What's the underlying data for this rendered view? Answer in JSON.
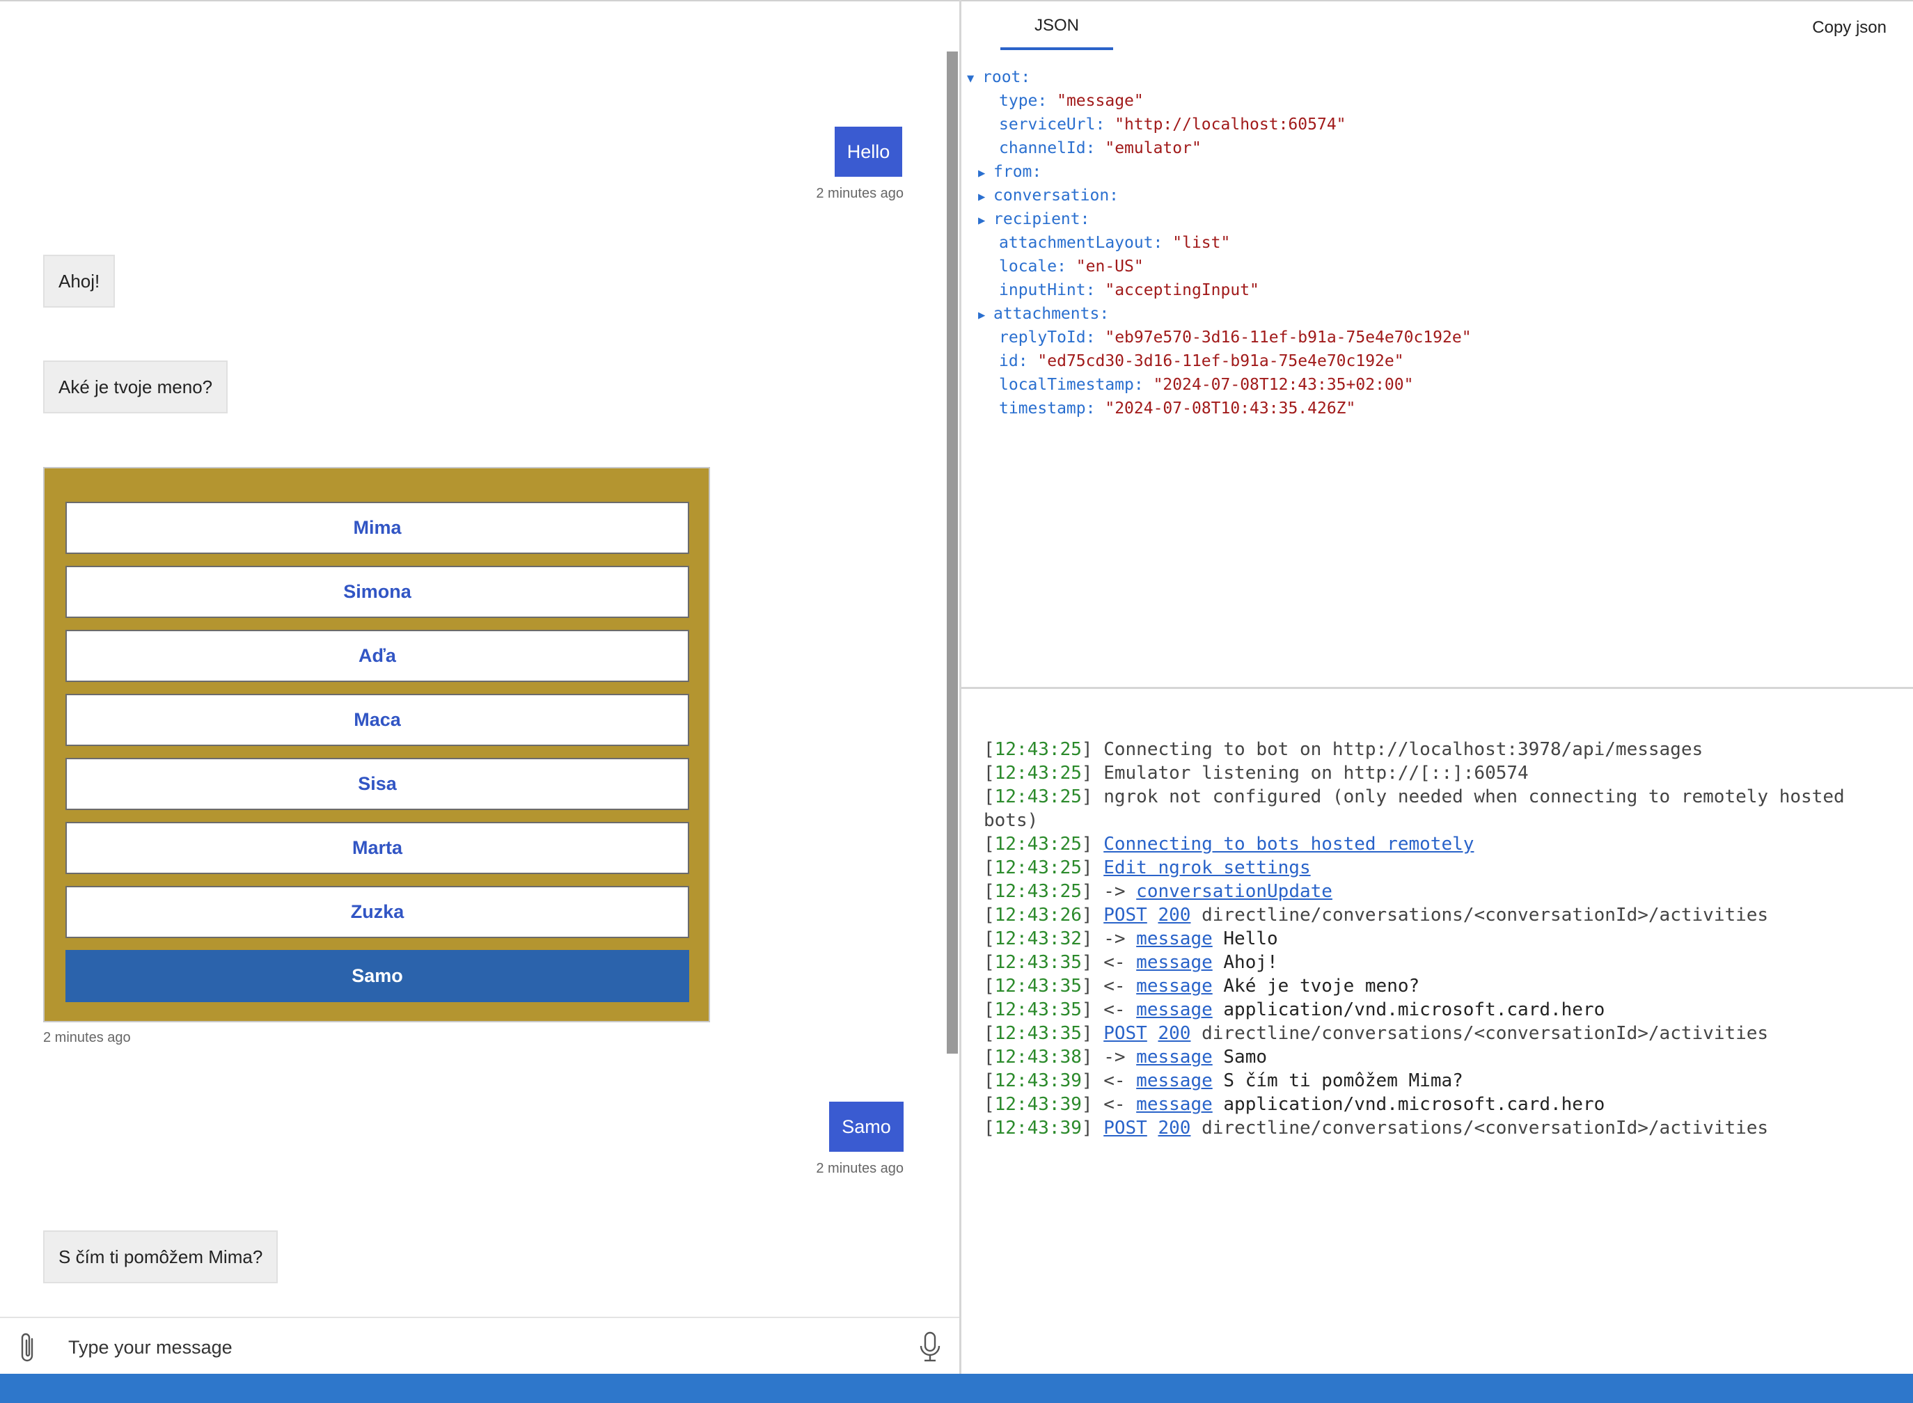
{
  "chat": {
    "messages": [
      {
        "from": "user",
        "text": "Hello",
        "time": "2 minutes ago"
      },
      {
        "from": "bot",
        "text": "Ahoj!"
      },
      {
        "from": "bot",
        "text": "Aké je tvoje meno?"
      },
      {
        "from": "bot",
        "type": "hero-card",
        "time": "2 minutes ago",
        "buttons": [
          "Mima",
          "Simona",
          "Aďa",
          "Maca",
          "Sisa",
          "Marta",
          "Zuzka",
          "Samo"
        ],
        "selected_button": "Samo"
      },
      {
        "from": "user",
        "text": "Samo",
        "time": "2 minutes ago"
      },
      {
        "from": "bot",
        "text": "S čím ti pomôžem Mima?"
      }
    ],
    "composer": {
      "placeholder": "Type your message"
    },
    "icons": {
      "attach": "paperclip-icon",
      "mic": "microphone-icon"
    }
  },
  "inspector": {
    "tab": "JSON",
    "copy_label": "Copy json",
    "tree": [
      {
        "depth": 0,
        "arrow": "expanded",
        "key": "root:",
        "value": ""
      },
      {
        "depth": 1,
        "arrow": "none",
        "key": "type:",
        "value": "\"message\""
      },
      {
        "depth": 1,
        "arrow": "none",
        "key": "serviceUrl:",
        "value": "\"http://localhost:60574\""
      },
      {
        "depth": 1,
        "arrow": "none",
        "key": "channelId:",
        "value": "\"emulator\""
      },
      {
        "depth": 1,
        "arrow": "collapsed",
        "key": "from:",
        "value": ""
      },
      {
        "depth": 1,
        "arrow": "collapsed",
        "key": "conversation:",
        "value": ""
      },
      {
        "depth": 1,
        "arrow": "collapsed",
        "key": "recipient:",
        "value": ""
      },
      {
        "depth": 1,
        "arrow": "none",
        "key": "attachmentLayout:",
        "value": "\"list\""
      },
      {
        "depth": 1,
        "arrow": "none",
        "key": "locale:",
        "value": "\"en-US\""
      },
      {
        "depth": 1,
        "arrow": "none",
        "key": "inputHint:",
        "value": "\"acceptingInput\""
      },
      {
        "depth": 1,
        "arrow": "collapsed",
        "key": "attachments:",
        "value": ""
      },
      {
        "depth": 1,
        "arrow": "none",
        "key": "replyToId:",
        "value": "\"eb97e570-3d16-11ef-b91a-75e4e70c192e\""
      },
      {
        "depth": 1,
        "arrow": "none",
        "key": "id:",
        "value": "\"ed75cd30-3d16-11ef-b91a-75e4e70c192e\""
      },
      {
        "depth": 1,
        "arrow": "none",
        "key": "localTimestamp:",
        "value": "\"2024-07-08T12:43:35+02:00\""
      },
      {
        "depth": 1,
        "arrow": "none",
        "key": "timestamp:",
        "value": "\"2024-07-08T10:43:35.426Z\""
      }
    ]
  },
  "log": {
    "rows": [
      {
        "time": "12:43:25",
        "parts": [
          {
            "t": "text",
            "v": "Connecting to bot on http://localhost:3978/api/messages"
          }
        ]
      },
      {
        "time": "12:43:25",
        "parts": [
          {
            "t": "text",
            "v": "Emulator listening on http://[::]:60574"
          }
        ]
      },
      {
        "time": "12:43:25",
        "parts": [
          {
            "t": "text",
            "v": "ngrok not configured (only needed when connecting to remotely hosted bots)"
          }
        ]
      },
      {
        "time": "12:43:25",
        "parts": [
          {
            "t": "link",
            "v": "Connecting to bots hosted remotely"
          }
        ]
      },
      {
        "time": "12:43:25",
        "parts": [
          {
            "t": "link",
            "v": "Edit ngrok settings"
          }
        ]
      },
      {
        "time": "12:43:25",
        "parts": [
          {
            "t": "text",
            "v": "-> "
          },
          {
            "t": "link",
            "v": "conversationUpdate"
          }
        ]
      },
      {
        "time": "12:43:26",
        "parts": [
          {
            "t": "link",
            "v": "POST"
          },
          {
            "t": "text",
            "v": " "
          },
          {
            "t": "link",
            "v": "200"
          },
          {
            "t": "text",
            "v": " directline/conversations/<conversationId>/activities"
          }
        ]
      },
      {
        "time": "12:43:32",
        "parts": [
          {
            "t": "text",
            "v": "-> "
          },
          {
            "t": "link",
            "v": "message"
          },
          {
            "t": "dark",
            "v": " Hello"
          }
        ]
      },
      {
        "time": "12:43:35",
        "parts": [
          {
            "t": "text",
            "v": "<- "
          },
          {
            "t": "link",
            "v": "message"
          },
          {
            "t": "dark",
            "v": " Ahoj!"
          }
        ]
      },
      {
        "time": "12:43:35",
        "parts": [
          {
            "t": "text",
            "v": "<- "
          },
          {
            "t": "link",
            "v": "message"
          },
          {
            "t": "dark",
            "v": " Aké je tvoje meno?"
          }
        ]
      },
      {
        "time": "12:43:35",
        "parts": [
          {
            "t": "text",
            "v": "<- "
          },
          {
            "t": "link",
            "v": "message"
          },
          {
            "t": "dark",
            "v": " application/vnd.microsoft.card.hero"
          }
        ]
      },
      {
        "time": "12:43:35",
        "parts": [
          {
            "t": "link",
            "v": "POST"
          },
          {
            "t": "text",
            "v": " "
          },
          {
            "t": "link",
            "v": "200"
          },
          {
            "t": "text",
            "v": " directline/conversations/<conversationId>/activities"
          }
        ]
      },
      {
        "time": "12:43:38",
        "parts": [
          {
            "t": "text",
            "v": "-> "
          },
          {
            "t": "link",
            "v": "message"
          },
          {
            "t": "dark",
            "v": " Samo"
          }
        ]
      },
      {
        "time": "12:43:39",
        "parts": [
          {
            "t": "text",
            "v": "<- "
          },
          {
            "t": "link",
            "v": "message"
          },
          {
            "t": "dark",
            "v": " S čím ti pomôžem Mima?"
          }
        ]
      },
      {
        "time": "12:43:39",
        "parts": [
          {
            "t": "text",
            "v": "<- "
          },
          {
            "t": "link",
            "v": "message"
          },
          {
            "t": "dark",
            "v": " application/vnd.microsoft.card.hero"
          }
        ]
      },
      {
        "time": "12:43:39",
        "parts": [
          {
            "t": "link",
            "v": "POST"
          },
          {
            "t": "text",
            "v": " "
          },
          {
            "t": "link",
            "v": "200"
          },
          {
            "t": "text",
            "v": " directline/conversations/<conversationId>/activities"
          }
        ]
      }
    ]
  },
  "colors": {
    "user_bubble": "#3a5bd1",
    "hero_bg": "#b49530",
    "selected_button": "#2b63ac",
    "status_bar": "#2e77cb",
    "log_time": "#2b8a2b",
    "json_key": "#2a6fcf",
    "json_value": "#a11a1a"
  }
}
